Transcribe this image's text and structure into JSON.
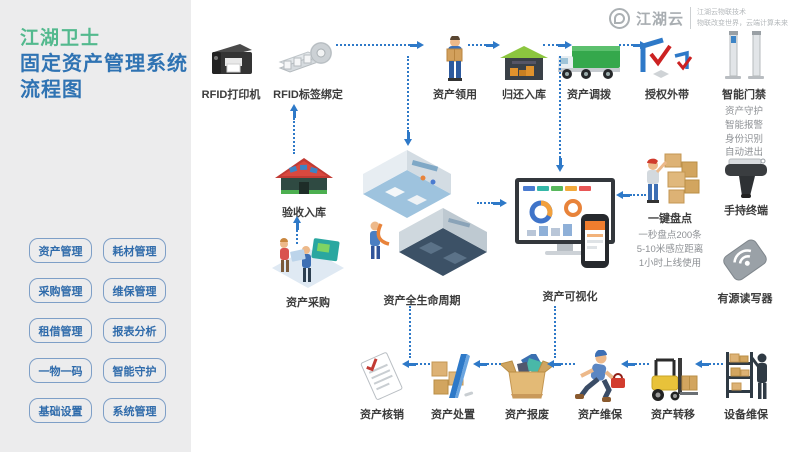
{
  "sidebar": {
    "title": {
      "line1": "江湖卫士",
      "line2": "固定资产管理系统",
      "line3": "流程图"
    },
    "buttons": [
      "资产管理",
      "耗材管理",
      "采购管理",
      "维保管理",
      "租借管理",
      "报表分析",
      "一物一码",
      "智能守护",
      "基础设置",
      "系统管理"
    ]
  },
  "logo": {
    "brand": "江湖云",
    "tagline1": "江湖云物联技术",
    "tagline2": "物联改变世界，云端计算未来"
  },
  "nodes": {
    "rfid_printer": {
      "label": "RFID打印机"
    },
    "rfid_binding": {
      "label": "RFID标签绑定"
    },
    "asset_use": {
      "label": "资产领用"
    },
    "return_in": {
      "label": "归还入库"
    },
    "asset_allocate": {
      "label": "资产调拨"
    },
    "auth_out": {
      "label": "授权外带"
    },
    "smart_gate": {
      "label": "智能门禁",
      "sub": [
        "资产守护",
        "智能报警",
        "身份识别",
        "自动进出"
      ]
    },
    "accept_in": {
      "label": "验收入库"
    },
    "procure": {
      "label": "资产采购"
    },
    "lifecycle": {
      "label": "资产全生命周期"
    },
    "visual": {
      "label": "资产可视化"
    },
    "inventory": {
      "label": "一键盘点",
      "sub": [
        "一秒盘点200条",
        "5-10米感应距离",
        "1小时上线使用"
      ]
    },
    "handheld": {
      "label": "手持终端"
    },
    "reader": {
      "label": "有源读写器"
    },
    "write_off": {
      "label": "资产核销"
    },
    "dispose": {
      "label": "资产处置"
    },
    "scrap": {
      "label": "资产报废"
    },
    "maintain": {
      "label": "资产维保"
    },
    "move": {
      "label": "资产转移"
    },
    "equip_maintain": {
      "label": "设备维保"
    }
  },
  "colors": {
    "accent_green": "#53b98e",
    "accent_blue": "#2f73b3",
    "arrow_blue": "#2e79c8",
    "panel_gray": "#ececed"
  }
}
